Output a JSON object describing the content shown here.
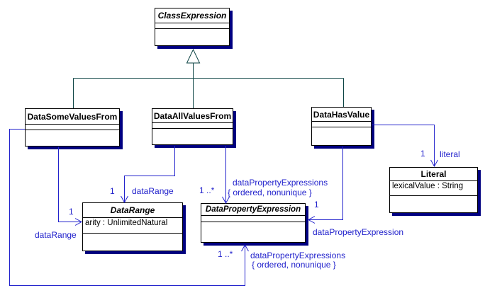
{
  "diagram": {
    "title": "UML class diagram of OWL data class expressions",
    "colors": {
      "association_blue": "#2222cc",
      "generalization_teal": "#0d4444",
      "shadow_navy": "#000080",
      "border_black": "#000000",
      "background": "#ffffff"
    },
    "classes": [
      {
        "name": "ClassExpression",
        "abstract": true,
        "attributes": []
      },
      {
        "name": "DataSomeValuesFrom",
        "abstract": false,
        "attributes": []
      },
      {
        "name": "DataAllValuesFrom",
        "abstract": false,
        "attributes": []
      },
      {
        "name": "DataHasValue",
        "abstract": false,
        "attributes": []
      },
      {
        "name": "DataRange",
        "abstract": true,
        "attributes": [
          "arity : UnlimitedNatural"
        ]
      },
      {
        "name": "DataPropertyExpression",
        "abstract": true,
        "attributes": []
      },
      {
        "name": "Literal",
        "abstract": false,
        "attributes": [
          "lexicalValue : String"
        ]
      }
    ],
    "associations": {
      "allvalues_to_datarange": {
        "multiplicity": "1",
        "role": "dataRange"
      },
      "somevalues_to_datarange": {
        "multiplicity": "1",
        "role": "dataRange"
      },
      "allvalues_to_dpe": {
        "multiplicity": "1 ..*",
        "role": "dataPropertyExpressions",
        "constraint": "{ ordered, nonunique }"
      },
      "hasvalue_to_dpe": {
        "multiplicity": "1",
        "role": "dataPropertyExpression"
      },
      "somevalues_to_dpe": {
        "multiplicity": "1 ..*",
        "role": "dataPropertyExpressions",
        "constraint": "{ ordered, nonunique }"
      },
      "hasvalue_to_literal": {
        "multiplicity": "1",
        "role": "literal"
      }
    }
  }
}
